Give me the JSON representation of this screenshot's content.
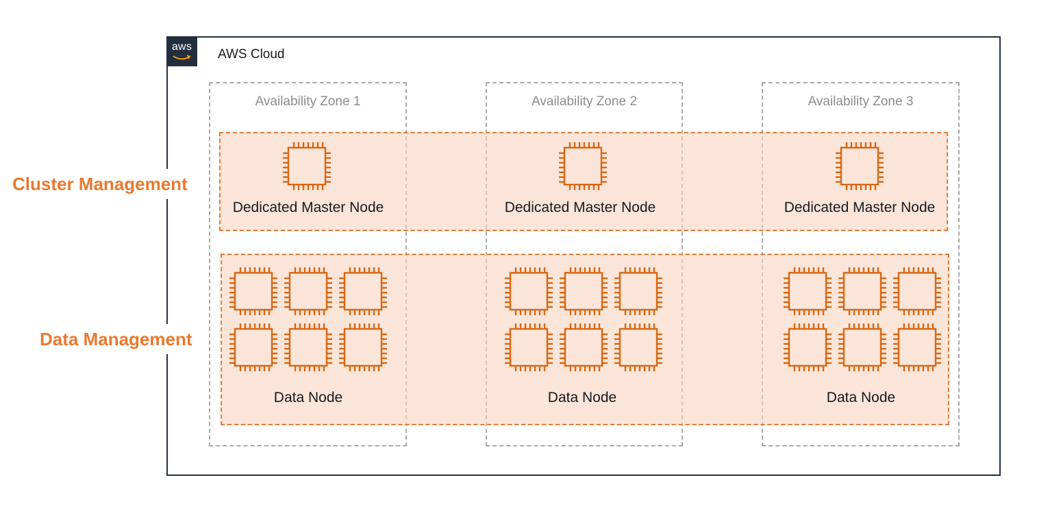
{
  "cloud": {
    "title": "AWS Cloud",
    "logo_text": "aws"
  },
  "zones": [
    {
      "label": "Availability Zone 1"
    },
    {
      "label": "Availability Zone 2"
    },
    {
      "label": "Availability Zone 3"
    }
  ],
  "groups": {
    "cluster": {
      "label": "Cluster Management",
      "node_label": "Dedicated Master Node"
    },
    "data": {
      "label": "Data Management",
      "node_label": "Data Node"
    }
  },
  "colors": {
    "accent": "#e8792f",
    "chip": "#d86613",
    "group_fill": "#f9e1d3",
    "border_dark": "#232f3e",
    "zone_border": "#a9a9a9"
  },
  "icons": {
    "node": "ec2-instance-chip-icon"
  }
}
